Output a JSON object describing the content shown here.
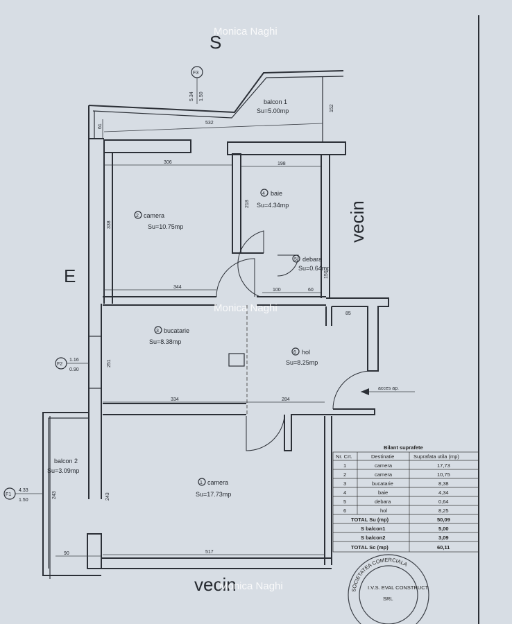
{
  "watermark": "Monica Naghi",
  "compass": {
    "south": "S",
    "east": "E",
    "neighbor_right": "vecin",
    "neighbor_bottom": "vecin"
  },
  "rooms": [
    {
      "num": "1",
      "name": "camera",
      "area": "Su=17.73mp"
    },
    {
      "num": "2",
      "name": "camera",
      "area": "Su=10.75mp"
    },
    {
      "num": "3",
      "name": "bucatarie",
      "area": "Su=8.38mp"
    },
    {
      "num": "4",
      "name": "baie",
      "area": "Su=4.34mp"
    },
    {
      "num": "5",
      "name": "debara",
      "area": "Su=0.64mp"
    },
    {
      "num": "6",
      "name": "hol",
      "area": "Su=8.25mp"
    }
  ],
  "balconies": [
    {
      "name": "balcon 1",
      "area": "Su=5.00mp"
    },
    {
      "name": "balcon 2",
      "area": "Su=3.09mp"
    }
  ],
  "dimensions": {
    "d532": "532",
    "d152": "152",
    "d61": "61",
    "d306": "306",
    "d198": "198",
    "d218": "218",
    "d338": "338",
    "d344": "344",
    "d100": "100",
    "d60": "60",
    "d150": "150",
    "d85": "85",
    "d251": "251",
    "d334": "334",
    "d284": "284",
    "d243a": "243",
    "d243b": "243",
    "d90": "90",
    "d517": "517"
  },
  "windows": [
    {
      "id": "F3",
      "top": "5.34",
      "bottom": "1.50"
    },
    {
      "id": "F2",
      "top": "1.16",
      "bottom": "0.90"
    },
    {
      "id": "F1",
      "top": "4.33",
      "bottom": "1.50"
    }
  ],
  "access_label": "acces ap.",
  "table": {
    "title": "Bilant suprafete",
    "headers": [
      "Nr. Crt.",
      "Destinatie",
      "Suprafata utila (mp)"
    ],
    "rows": [
      [
        "1",
        "camera",
        "17,73"
      ],
      [
        "2",
        "camera",
        "10,75"
      ],
      [
        "3",
        "bucatarie",
        "8,38"
      ],
      [
        "4",
        "baie",
        "4,34"
      ],
      [
        "5",
        "debara",
        "0,64"
      ],
      [
        "6",
        "hol",
        "8,25"
      ]
    ],
    "totals": [
      {
        "label": "TOTAL Su (mp)",
        "value": "50,09"
      },
      {
        "label": "S balcon1",
        "value": "5,00"
      },
      {
        "label": "S balcon2",
        "value": "3,09"
      },
      {
        "label": "TOTAL Sc (mp)",
        "value": "60,11"
      }
    ]
  },
  "stamp": {
    "top": "SOCIETATEA COMERCIALA",
    "middle": "I.V.S. EVAL CONSTRUCT",
    "bottom": "SRL"
  }
}
